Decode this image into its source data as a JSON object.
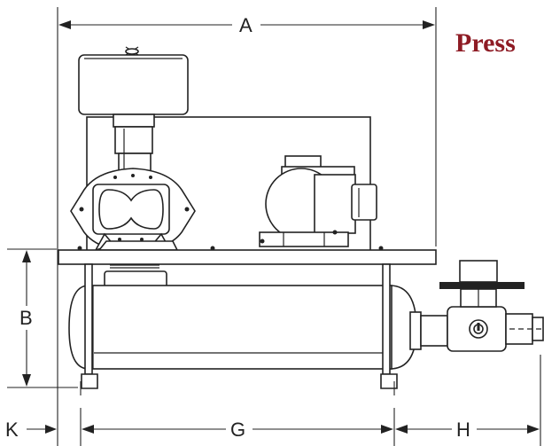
{
  "title": "Press",
  "dimensions": {
    "A": "A",
    "B": "B",
    "G": "G",
    "H": "H",
    "K": "K"
  }
}
